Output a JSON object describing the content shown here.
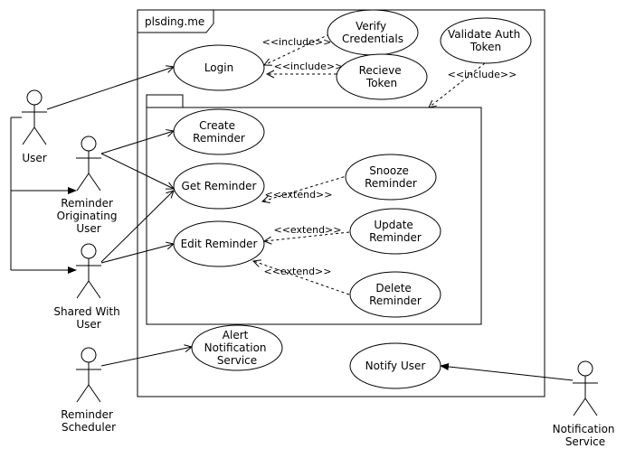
{
  "system": {
    "title": "plsding.me"
  },
  "actors": {
    "user": [
      "User"
    ],
    "originator": [
      "Reminder",
      "Originating",
      "User"
    ],
    "shared": [
      "Shared With",
      "User"
    ],
    "scheduler": [
      "Reminder",
      "Scheduler"
    ],
    "notification": [
      "Notification",
      "Service"
    ]
  },
  "use_cases": {
    "login": [
      "Login"
    ],
    "verify": [
      "Verify",
      "Credentials"
    ],
    "receive": [
      "Recieve",
      "Token"
    ],
    "validate": [
      "Validate Auth",
      "Token"
    ],
    "create": [
      "Create",
      "Reminder"
    ],
    "get": [
      "Get Reminder"
    ],
    "edit": [
      "Edit Reminder"
    ],
    "snooze": [
      "Snooze",
      "Reminder"
    ],
    "update": [
      "Update",
      "Reminder"
    ],
    "delete": [
      "Delete",
      "Reminder"
    ],
    "alert": [
      "Alert",
      "Notification",
      "Service"
    ],
    "notify": [
      "Notify User"
    ]
  },
  "relations": {
    "include": "<<include>>",
    "extend": "<<extend>>"
  }
}
